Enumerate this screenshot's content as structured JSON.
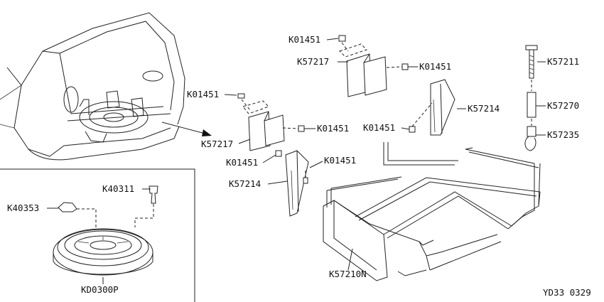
{
  "diagram_code": "YD33 0329",
  "labels": {
    "K01451_a": "K01451",
    "K57217_a": "K57217",
    "K01451_b": "K01451",
    "K57214_a": "K57214",
    "K01451_c": "K01451",
    "K01451_d": "K01451",
    "K57217_b": "K57217",
    "K01451_e": "K01451",
    "K01451_f": "K01451",
    "K57214_b": "K57214",
    "K01451_g": "K01451",
    "K57211": "K57211",
    "K57270": "K57270",
    "K57235": "K57235",
    "K57210N": "K57210N",
    "K40311": "K40311",
    "K40353": "K40353",
    "KD0300P": "KD0300P"
  }
}
